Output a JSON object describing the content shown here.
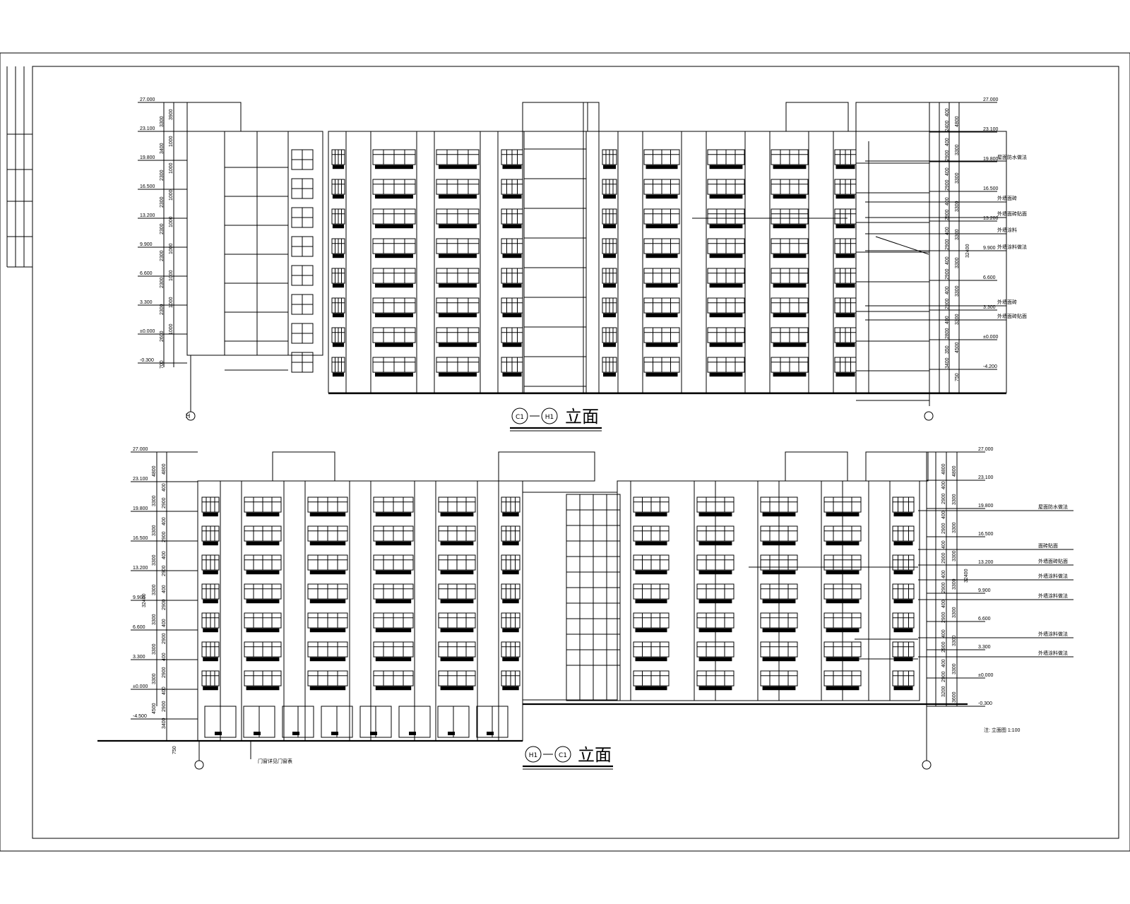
{
  "colors": {
    "ink": "#000000",
    "paper": "#ffffff"
  },
  "drawing_frame": {
    "title_block_stub": ""
  },
  "elevations": [
    {
      "id": "upper",
      "title": "立面",
      "axis_start": "C1",
      "axis_end": "H1",
      "left_elevations": [
        "27.000",
        "23.100",
        "19.800",
        "16.500",
        "13.200",
        "9.900",
        "6.600",
        "3.300",
        "±0.000",
        "-0.300"
      ],
      "left_dims_outer": [
        "3300",
        "3400",
        "2300",
        "2300",
        "2300",
        "2300",
        "2300",
        "2300",
        "2600",
        "700"
      ],
      "left_dims_inner": [
        "3900",
        "1000",
        "1000",
        "1000",
        "1000",
        "1000",
        "1000",
        "1000",
        "1000"
      ],
      "right_dims_outer": [
        "4800",
        "3300",
        "3300",
        "3300",
        "3300",
        "3300",
        "3300",
        "3300",
        "4500",
        "750"
      ],
      "right_dims_inner": [
        "400",
        "2400",
        "400",
        "2900",
        "400",
        "2900",
        "400",
        "2900",
        "400",
        "2900",
        "400",
        "2900",
        "400",
        "2900",
        "400",
        "2800",
        "350",
        "3400"
      ],
      "right_total": "32400",
      "right_elevations": [
        "27.000",
        "23.100",
        "19.800",
        "16.500",
        "13.200",
        "9.900",
        "6.600",
        "3.300",
        "±0.000",
        "-4.200"
      ],
      "callouts": [
        "屋面防水做法",
        "外墙面砖",
        "外墙面砖贴面",
        "外墙涂料",
        "外墙涂料做法",
        "外墙面砖",
        "外墙面砖贴面"
      ]
    },
    {
      "id": "lower",
      "title": "立面",
      "axis_start": "H1",
      "axis_end": "C1",
      "left_elevations": [
        "27.000",
        "23.100",
        "19.800",
        "16.500",
        "13.200",
        "9.900",
        "6.600",
        "3.300",
        "±0.000",
        "-4.500"
      ],
      "left_dims_outer": [
        "4800",
        "3300",
        "3300",
        "3300",
        "3300",
        "3300",
        "3300",
        "3300",
        "4500"
      ],
      "left_dims_inner": [
        "4800",
        "400",
        "2900",
        "400",
        "2900",
        "400",
        "2900",
        "400",
        "2900",
        "400",
        "2900",
        "400",
        "2900",
        "400",
        "2900",
        "3400"
      ],
      "left_total": "32400",
      "base_dim": "750",
      "right_dims_outer": [
        "4800",
        "3300",
        "3300",
        "3300",
        "3300",
        "3300",
        "3300",
        "3300",
        "3600"
      ],
      "right_dims_inner": [
        "4800",
        "400",
        "2900",
        "400",
        "2900",
        "400",
        "2900",
        "400",
        "2900",
        "400",
        "2900",
        "400",
        "2900",
        "400",
        "2900",
        "3200"
      ],
      "right_total": "32400",
      "right_elevations": [
        "27.000",
        "23.100",
        "19.800",
        "16.500",
        "13.200",
        "9.900",
        "6.600",
        "3.300",
        "±0.000",
        "-0.300"
      ],
      "callouts": [
        "屋面防水做法",
        "面砖贴面",
        "外墙面砖贴面",
        "外墙涂料做法",
        "外墙涂料做法",
        "外墙涂料做法",
        "外墙涂料做法"
      ],
      "bottom_note": "门窗详见门窗表",
      "scale_note": "注: 立面图 1:100"
    }
  ]
}
